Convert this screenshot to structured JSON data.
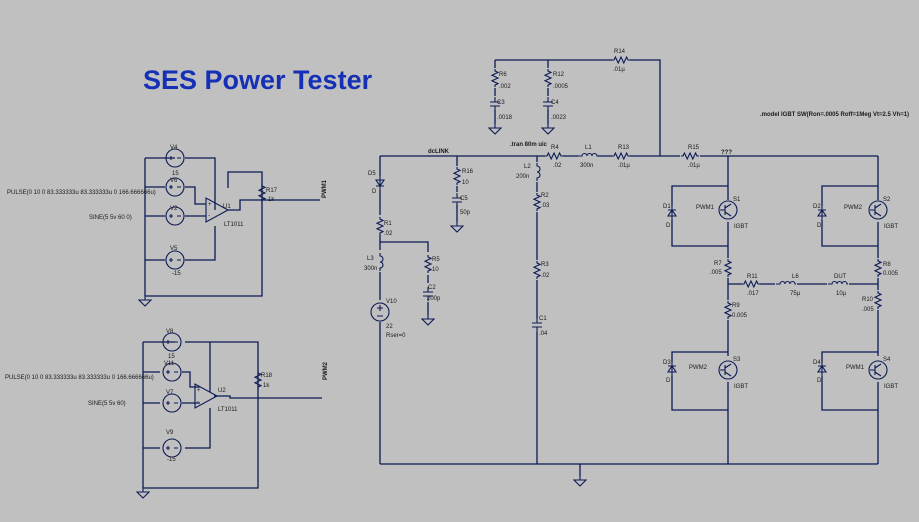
{
  "title": "SES Power Tester",
  "directives": {
    "model": ".model IGBT SW(Ron=.0005 Roff=1Meg Vt=2.5 Vh=1)",
    "tran": ".tran 80m uic"
  },
  "nets": {
    "dclink": "dcLINK",
    "pwm1": "PWM1",
    "pwm2": "PWM2",
    "pwm1_s1": "PWM1",
    "pwm2_s2": "PWM2",
    "pwm2_s3": "PWM2",
    "pwm1_s4": "PWM1",
    "node_q": "???"
  },
  "drivers": {
    "v4": {
      "name": "V4",
      "value": "15"
    },
    "v5": {
      "name": "V5",
      "value": "-15"
    },
    "v6": {
      "name": "V6",
      "value": "PULSE(0 10 0 83.333333u 83.333333u 0 166.666666u)"
    },
    "v2": {
      "name": "V2",
      "value": "SINE(5 5v 60 0)"
    },
    "u1": {
      "name": "U1",
      "value": "LT1011"
    },
    "r17": {
      "name": "R17",
      "value": "1k"
    },
    "v8": {
      "name": "V8",
      "value": "15"
    },
    "v9": {
      "name": "V9",
      "value": "-15"
    },
    "v11": {
      "name": "V11",
      "value": "PULSE(0 10 0 83.333333u 83.333333u 0 166.666666u)"
    },
    "v7": {
      "name": "V7",
      "value": "SINE(5 5v 60)"
    },
    "u2": {
      "name": "U2",
      "value": "LT1011"
    },
    "r18": {
      "name": "R18",
      "value": "1k"
    }
  },
  "parts": {
    "d5": {
      "name": "D5",
      "value": "D"
    },
    "r1": {
      "name": "R1",
      "value": ".02"
    },
    "l3": {
      "name": "L3",
      "value": "300n"
    },
    "r5": {
      "name": "R5",
      "value": "10"
    },
    "c2": {
      "name": "C2",
      "value": "200p"
    },
    "v10": {
      "name": "V10",
      "value": "22",
      "extra": "Rser=0"
    },
    "r16": {
      "name": "R16",
      "value": "10"
    },
    "c5": {
      "name": "C5",
      "value": "50p"
    },
    "r6": {
      "name": "R6",
      "value": ".002"
    },
    "c3": {
      "name": "C3",
      "value": ".0018"
    },
    "r12": {
      "name": "R12",
      "value": ".0005"
    },
    "c4": {
      "name": "C4",
      "value": ".0023"
    },
    "r14": {
      "name": "R14",
      "value": ".01µ"
    },
    "r4": {
      "name": "R4",
      "value": ".02"
    },
    "l1": {
      "name": "L1",
      "value": "300n"
    },
    "r13": {
      "name": "R13",
      "value": ".01µ"
    },
    "l2": {
      "name": "L2",
      "value": "200n"
    },
    "r2": {
      "name": "R2",
      "value": ".03"
    },
    "r3": {
      "name": "R3",
      "value": ".02"
    },
    "c1": {
      "name": "C1",
      "value": ".04"
    },
    "r15": {
      "name": "R15",
      "value": ".01µ"
    },
    "s1": {
      "name": "S1",
      "value": "IGBT"
    },
    "d1": {
      "name": "D1",
      "value": "D"
    },
    "s2": {
      "name": "S2",
      "value": "IGBT"
    },
    "d2": {
      "name": "D2",
      "value": "D"
    },
    "r7": {
      "name": "R7",
      "value": ".005"
    },
    "r11": {
      "name": "R11",
      "value": ".017"
    },
    "l6": {
      "name": "L6",
      "value": "75µ"
    },
    "dut": {
      "name": "DUT",
      "value": "10µ"
    },
    "r8": {
      "name": "R8",
      "value": "0.005"
    },
    "r9": {
      "name": "R9",
      "value": "0.005"
    },
    "r10": {
      "name": "R10",
      "value": ".005"
    },
    "s3": {
      "name": "S3",
      "value": "IGBT"
    },
    "d3": {
      "name": "D3",
      "value": "D"
    },
    "s4": {
      "name": "S4",
      "value": "IGBT"
    },
    "d4": {
      "name": "D4",
      "value": "D"
    }
  }
}
